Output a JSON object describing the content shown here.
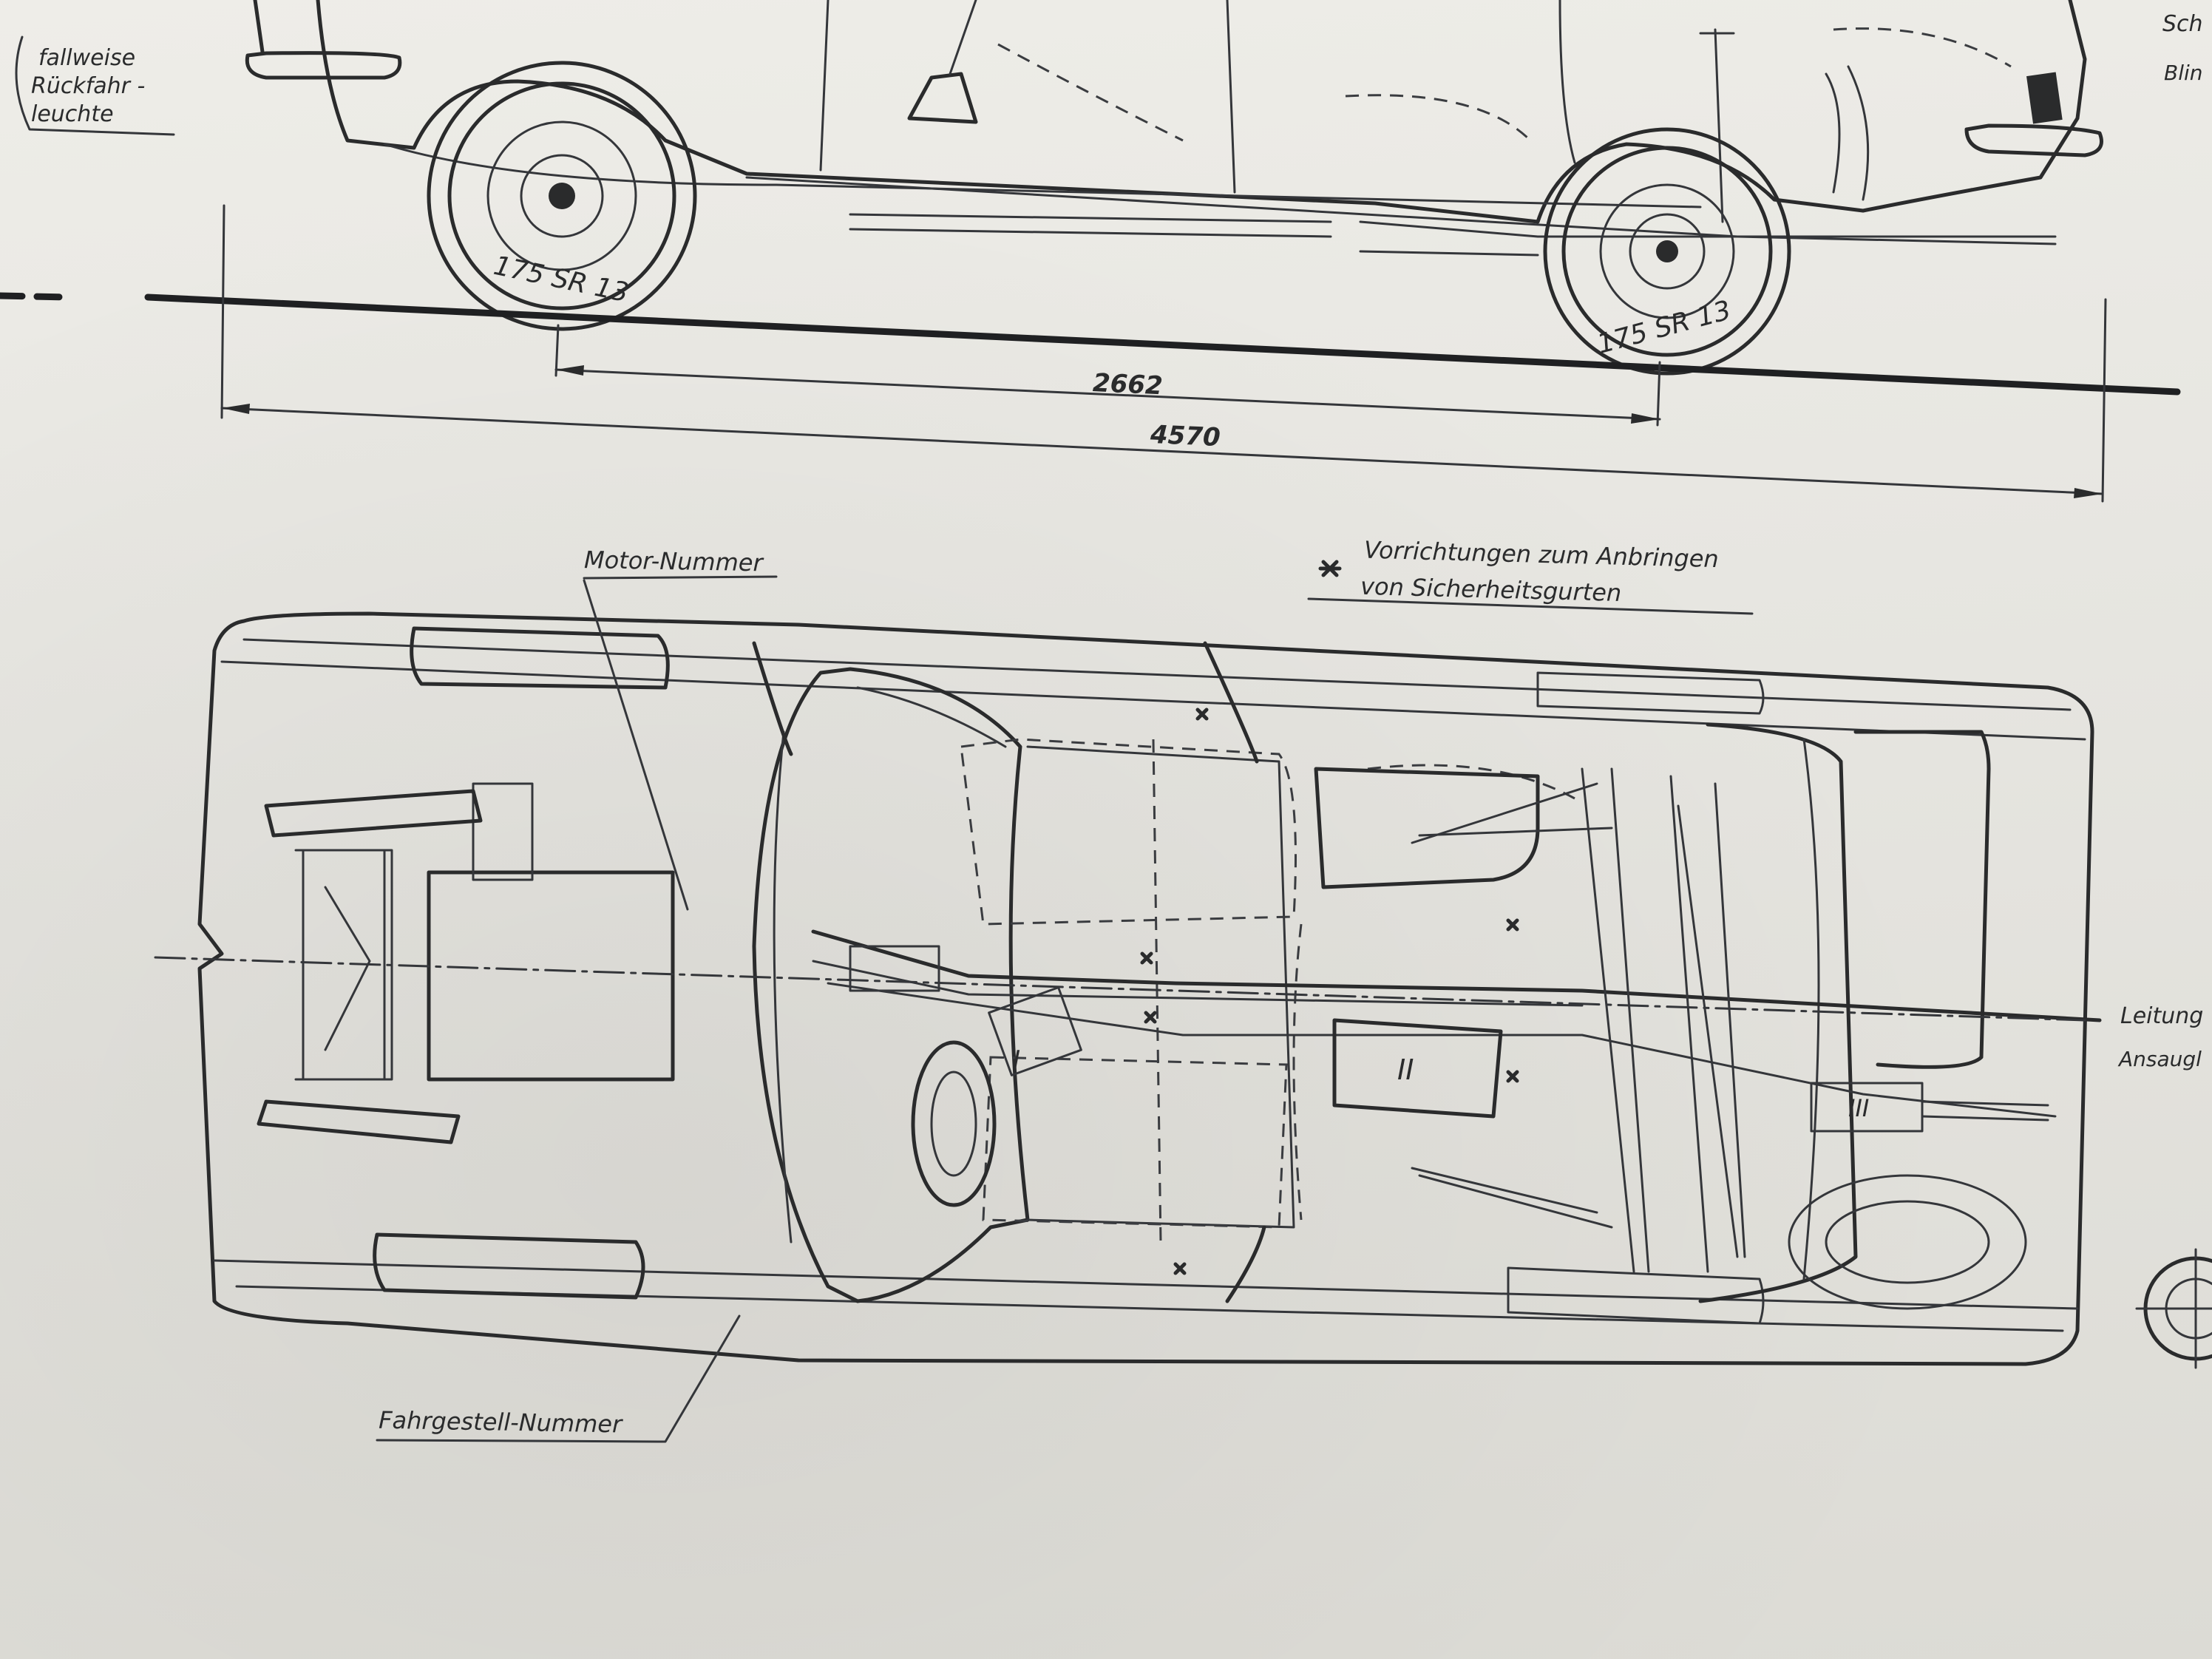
{
  "labels": {
    "reversing_light_line1": "fallweise",
    "reversing_light_line2": "Rückfahr -",
    "reversing_light_line3": "leuchte",
    "tire_front": "175 SR 13",
    "tire_rear": "175 SR 13",
    "wheelbase": "2662",
    "overall_length": "4570",
    "engine_number": "Motor-Nummer",
    "seatbelt_line1": "Vorrichtungen zum Anbringen",
    "seatbelt_line2": "von Sicherheitsgurten",
    "chassis_number": "Fahrgestell-Nummer",
    "edge_top_1": "Sch",
    "edge_top_2": "Blin",
    "edge_right_1": "Leitung",
    "edge_right_2": "Ansaugl",
    "roman_1": "I",
    "roman_2": "II",
    "roman_3": "III"
  }
}
